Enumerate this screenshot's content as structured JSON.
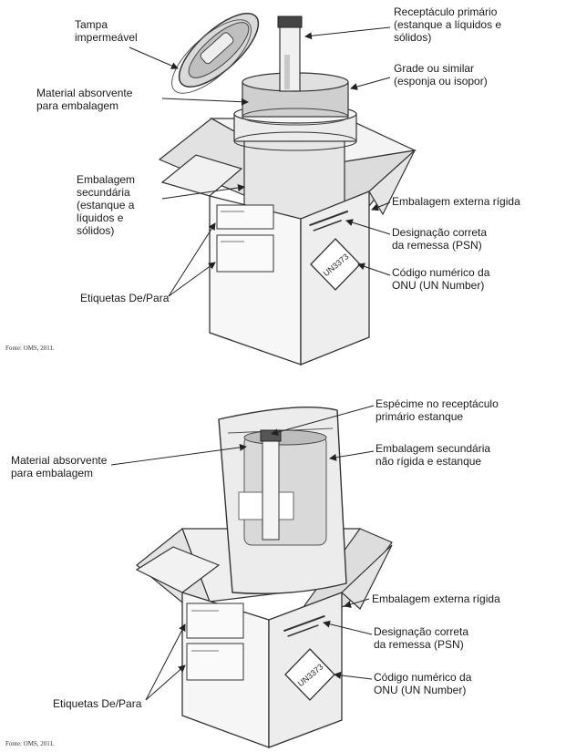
{
  "diagram1": {
    "labels": {
      "lid": "Tampa\nimpermeável",
      "primary": "Receptáculo primário\n(estanque a líquidos e\nsólidos)",
      "absorbent": "Material absorvente\npara embalagem",
      "grid": "Grade ou similar\n(esponja ou isopor)",
      "secondary": "Embalagem\nsecundária\n(estanque a\nlíquidos e\nsólidos)",
      "outer": "Embalagem externa rígida",
      "psn": "Designação correta\nda remessa (PSN)",
      "un_code": "Código numérico da\nONU (UN Number)",
      "labels_from_to": "Etiquetas De/Para"
    },
    "un_mark": "UN3373",
    "source": "Fonte: OMS, 2011."
  },
  "diagram2": {
    "labels": {
      "specimen": "Espécime no receptáculo\nprimário estanque",
      "absorbent": "Material absorvente\npara embalagem",
      "secondary": "Embalagem secundária\nnão rígida e estanque",
      "outer": "Embalagem externa rígida",
      "psn": "Designação correta\nda remessa (PSN)",
      "un_code": "Código numérico da\nONU (UN Number)",
      "labels_from_to": "Etiquetas De/Para"
    },
    "un_mark": "UN3373",
    "source": "Fonte: OMS, 2011."
  }
}
